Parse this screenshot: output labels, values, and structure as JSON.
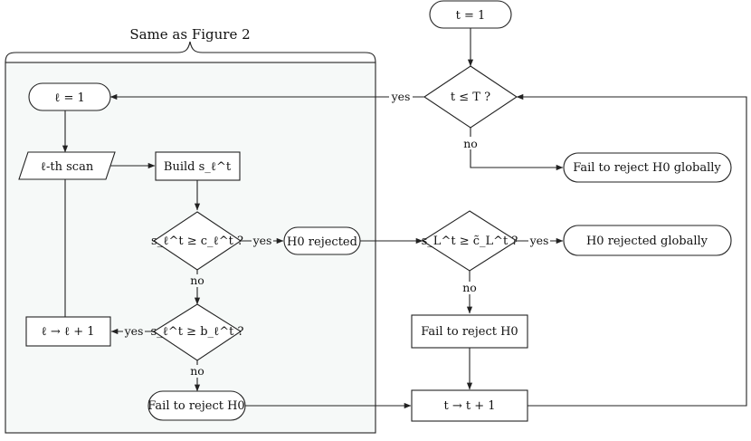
{
  "figure": {
    "brace_label": "Same as Figure 2"
  },
  "nodes": {
    "t_start": "t = 1",
    "t_check": "t ≤ T ?",
    "fail_global": "Fail to reject H0 globally",
    "l_start": "ℓ = 1",
    "scan": "ℓ-th scan",
    "build": "Build s_ℓ^t",
    "cond_c": "s_ℓ^t ≥ c_ℓ^t ?",
    "h0_rejected": "H0 rejected",
    "cond_L": "s_L^t ≥ c̃_L^t ?",
    "h0_global": "H0 rejected globally",
    "l_increment": "ℓ → ℓ + 1",
    "cond_b": "s_ℓ^t ≥ b_ℓ^t ?",
    "fail_local": "Fail to reject H0",
    "fail_L": "Fail to reject H0",
    "t_increment": "t → t + 1"
  },
  "edge_labels": {
    "yes": "yes",
    "no": "no"
  }
}
